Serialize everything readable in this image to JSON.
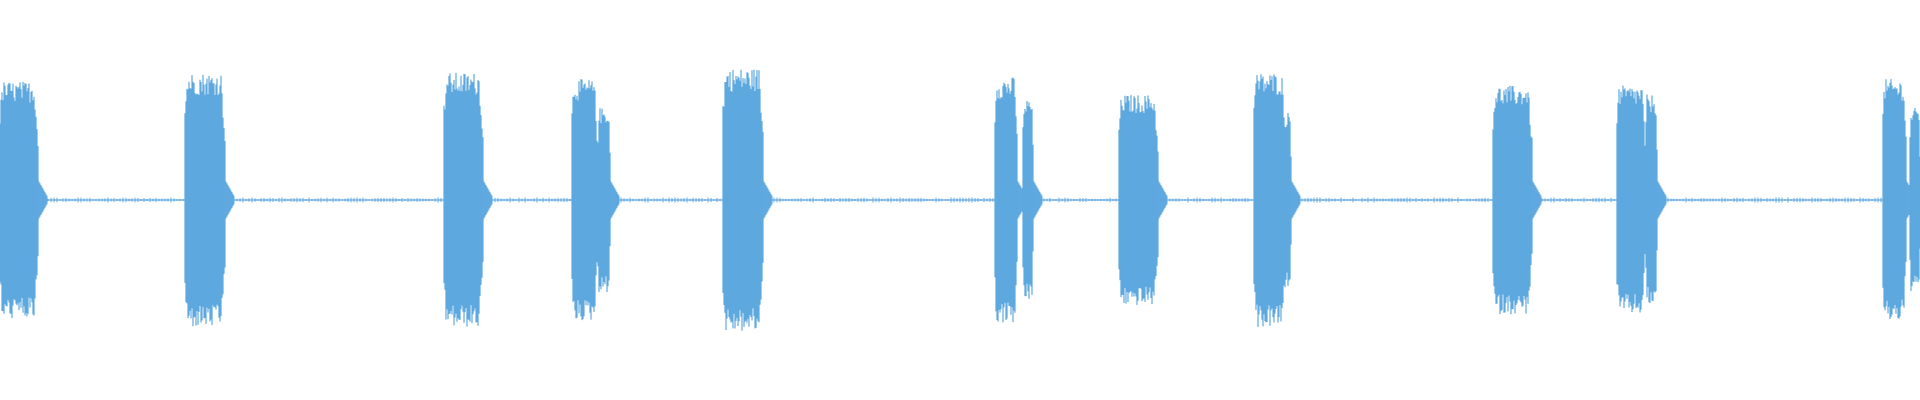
{
  "chart_data": {
    "type": "area",
    "title": "",
    "xlabel": "",
    "ylabel": "",
    "grid": false,
    "legend": "none",
    "xlim": [
      0,
      1920
    ],
    "ylim": [
      -1,
      1
    ],
    "color": "#5fa8e0",
    "baseline_amplitude": 0.012,
    "series": [
      {
        "values_description_free": true,
        "bursts": [
          {
            "start": 0,
            "end": 38,
            "amp": 0.54
          },
          {
            "start": 185,
            "end": 225,
            "amp": 0.58
          },
          {
            "start": 444,
            "end": 483,
            "amp": 0.58
          },
          {
            "start": 572,
            "end": 597,
            "amp": 0.55
          },
          {
            "start": 598,
            "end": 610,
            "amp": 0.42
          },
          {
            "start": 723,
            "end": 763,
            "amp": 0.6
          },
          {
            "start": 995,
            "end": 1017,
            "amp": 0.56
          },
          {
            "start": 1023,
            "end": 1033,
            "amp": 0.46
          },
          {
            "start": 1119,
            "end": 1158,
            "amp": 0.48
          },
          {
            "start": 1254,
            "end": 1285,
            "amp": 0.58
          },
          {
            "start": 1283,
            "end": 1291,
            "amp": 0.4
          },
          {
            "start": 1493,
            "end": 1532,
            "amp": 0.52
          },
          {
            "start": 1617,
            "end": 1645,
            "amp": 0.52
          },
          {
            "start": 1646,
            "end": 1657,
            "amp": 0.48
          },
          {
            "start": 1883,
            "end": 1906,
            "amp": 0.55
          },
          {
            "start": 1910,
            "end": 1920,
            "amp": 0.42
          }
        ]
      }
    ]
  }
}
